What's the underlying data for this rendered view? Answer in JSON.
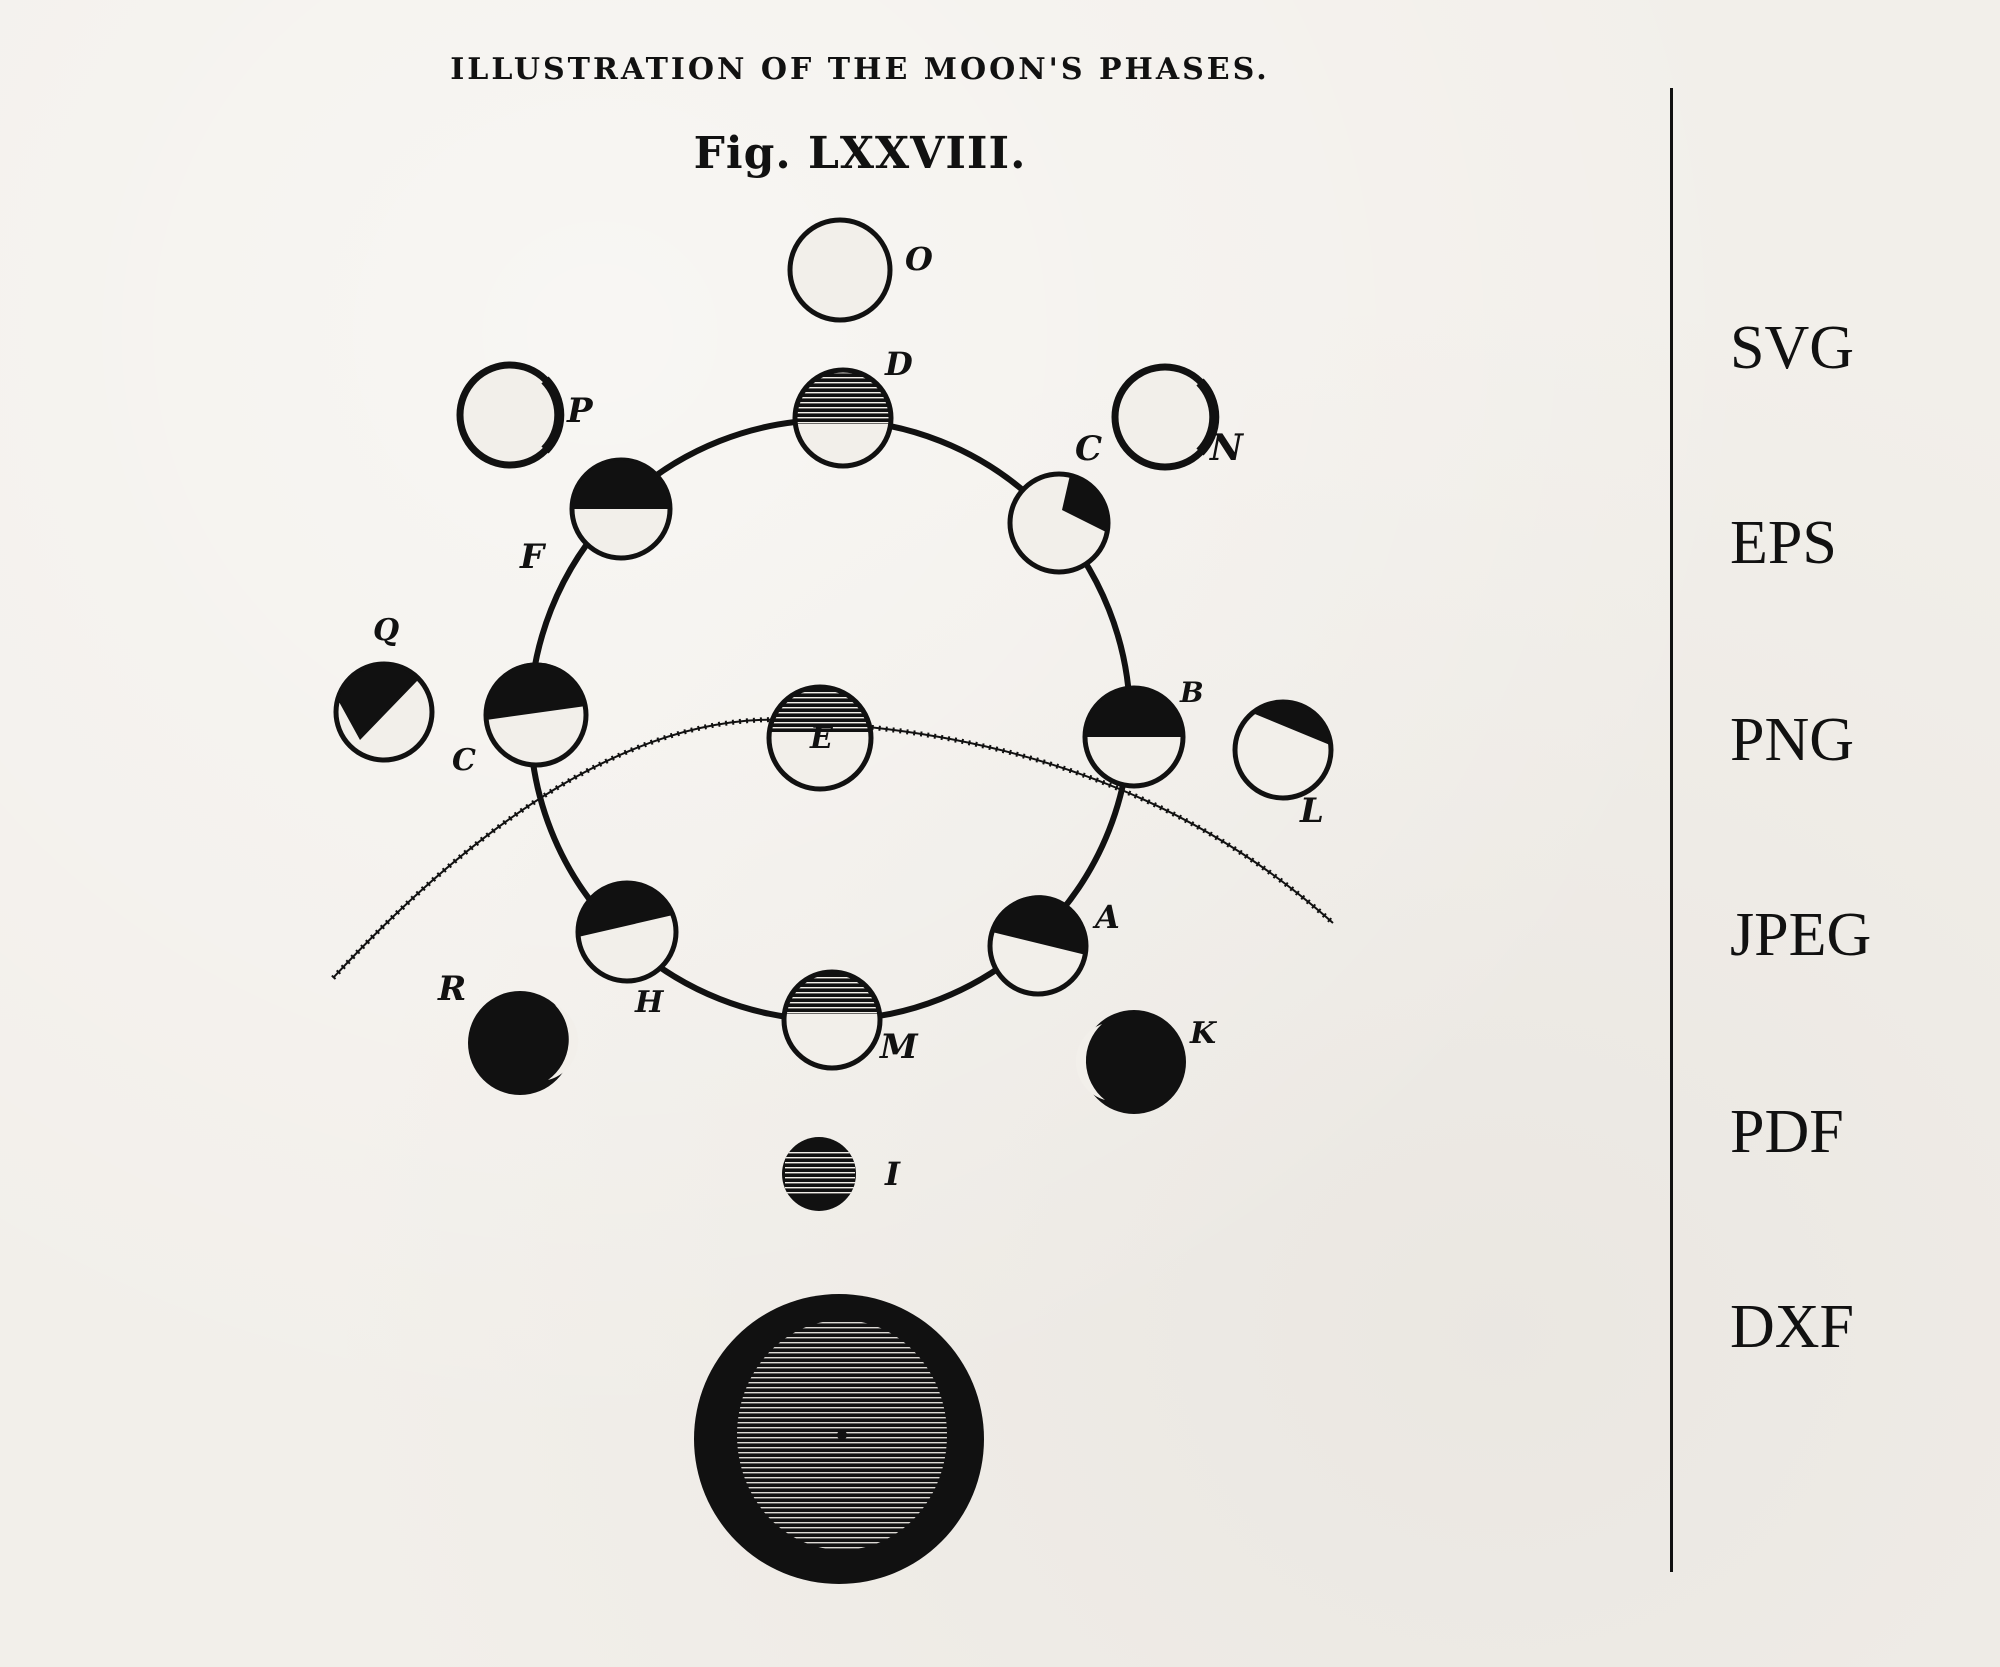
{
  "figure": {
    "title": "ILLUSTRATION OF THE MOON'S PHASES.",
    "number": "Fig. LXXVIII.",
    "labels": {
      "O": "O",
      "D": "D",
      "P": "P",
      "C": "C",
      "N": "N",
      "F": "F",
      "Q": "Q",
      "G": "C",
      "E": "E",
      "B": "B",
      "L": "L",
      "A": "A",
      "R": "R",
      "H": "H",
      "M": "M",
      "K": "K",
      "I": "I"
    }
  },
  "formats": [
    "SVG",
    "EPS",
    "PNG",
    "JPEG",
    "PDF",
    "DXF"
  ],
  "colors": {
    "ink": "#111111",
    "paper": "#f2efea"
  }
}
